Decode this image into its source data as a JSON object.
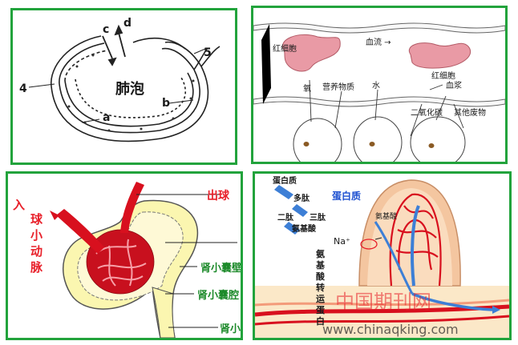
{
  "alveolus": {
    "center": "肺泡",
    "labels": [
      "a",
      "b",
      "c",
      "d",
      "4",
      "5"
    ]
  },
  "capillary": {
    "rbc_left": "红细胞",
    "blood_flow": "血流 →",
    "rbc_right": "红细胞",
    "plasma": "血浆",
    "oxygen": "氧",
    "nutrients": "营养物质",
    "water": "水",
    "co2": "二氧化碳",
    "waste": "其他废物"
  },
  "nephron": {
    "in_1": "入",
    "in_2": "球",
    "in_3": "小",
    "in_4": "动",
    "in_5": "脉",
    "out_label": "出球",
    "capsule_wall": "肾小囊壁",
    "capsule_cavity": "肾小囊腔",
    "tubule": "肾小"
  },
  "villus": {
    "protein_top": "蛋白质",
    "protein_blue": "蛋白质",
    "peptide": "多肽",
    "dipeptide": "二肽",
    "tripeptide": "三肽",
    "amino_acid": "氨基酸",
    "amino_top": "氨基酸",
    "na_ion": "Na⁺",
    "carrier_1": "氨",
    "carrier_2": "基",
    "carrier_3": "酸",
    "carrier_4": "转",
    "carrier_5": "运",
    "carrier_6": "蛋",
    "carrier_7": "白",
    "watermark_cn": "中国期刊网",
    "watermark_url": "www.chinaqking.com"
  },
  "colors": {
    "panel_border": "#22a33c",
    "blood_red": "#d8101e",
    "capsule_yellow": "#fbf6b0",
    "rbc_pink": "#e99aa5",
    "vein_blue": "#3d7fd6"
  }
}
